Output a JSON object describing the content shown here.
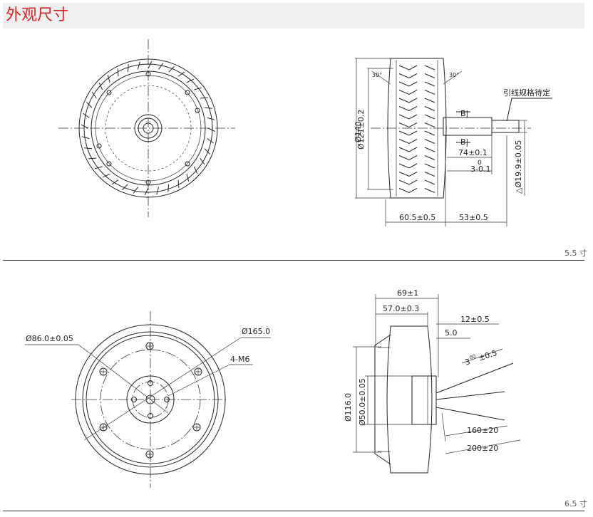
{
  "header": {
    "title": "外观尺寸"
  },
  "sections": [
    {
      "size_label": "5.5 寸",
      "side_labels": {
        "dia_140": "Ø140",
        "dia_121": "Ø121±0.2",
        "lead_spec": "引线规格待定",
        "b_upper": "B|",
        "b_lower": "B|",
        "dim_74": "74±0.1",
        "dim_3_top": "0",
        "dim_3": "3-0.1",
        "dim_19_9": "△Ø19.9±0.05",
        "dim_60_5": "60.5±0.5",
        "dim_53": "53±0.5",
        "angle_left": "30°",
        "angle_right": "30°"
      }
    },
    {
      "size_label": "6.5 寸",
      "front_labels": {
        "dia_86": "Ø86.0±0.05",
        "dia_165": "Ø165.0",
        "m6": "4-M6"
      },
      "side_labels": {
        "dim_69": "69±1",
        "dim_57": "57.0±0.3",
        "dim_12": "12±0.5",
        "dim_5": "5.0",
        "dim_300_base": "3",
        "dim_300_sup": "00",
        "dim_300_tol": "±0.5",
        "dia_116": "Ø116.0",
        "dia_50": "Ø50.0±0.05",
        "dim_160": "160±20",
        "dim_200": "200±20"
      }
    }
  ]
}
